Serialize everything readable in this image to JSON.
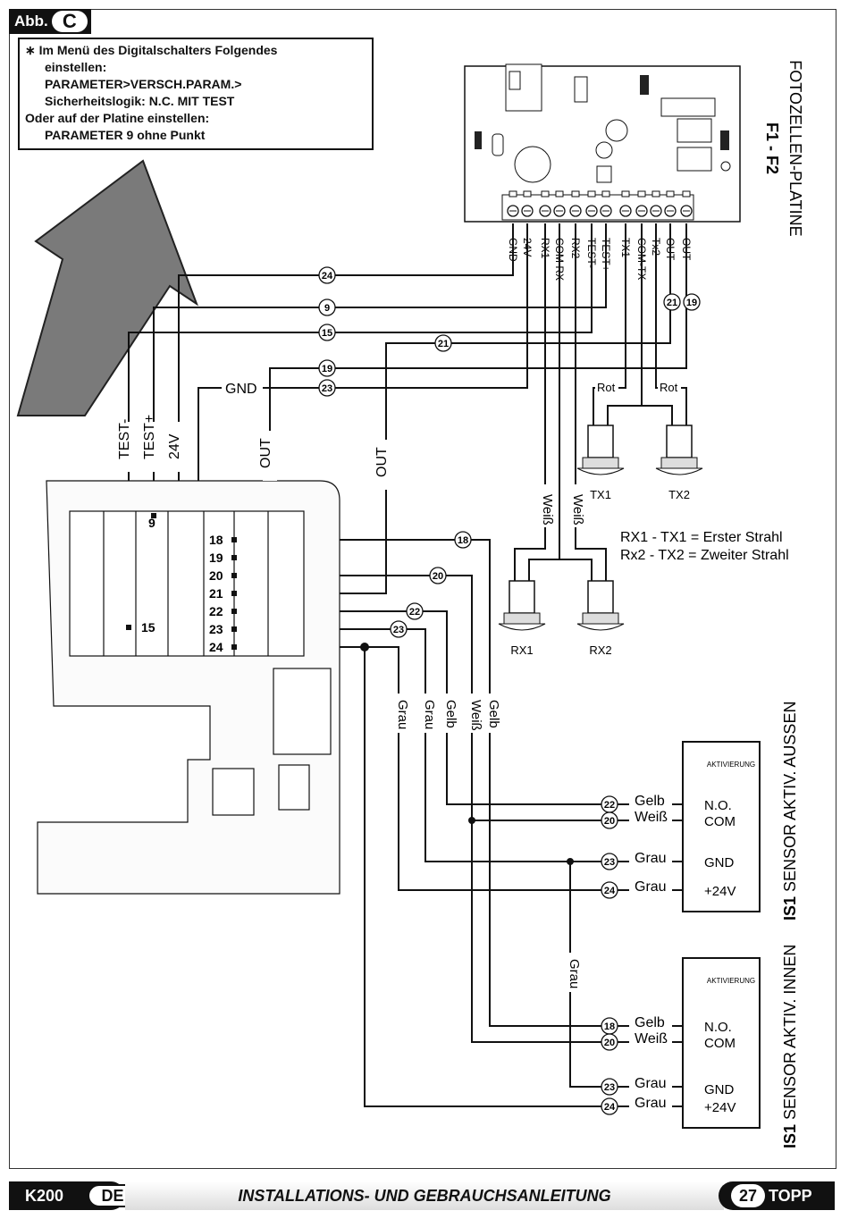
{
  "figure": {
    "label": "Abb.",
    "letter": "C"
  },
  "note": {
    "line1": "∗ Im Menü des Digitalschalters Folgendes",
    "line2": "einstellen:",
    "line3": "PARAMETER>VERSCH.PARAM.>",
    "line4": "Sicherheitslogik:  N.C. MIT TEST",
    "line5": "Oder auf der Platine einstellen:",
    "line6": "PARAMETER 9 ohne Punkt"
  },
  "photocell_board": {
    "title": "FOTOZELLEN-PLATINE",
    "subtitle": "F1 - F2",
    "terminals": [
      "GND",
      "24V",
      "RX1",
      "COM RX",
      "RX2",
      "TEST-",
      "TEST+",
      "TX1",
      "COM-TX",
      "Tx2",
      "OUT",
      "OUT"
    ]
  },
  "wire_numbers": [
    "24",
    "9",
    "15",
    "21",
    "19",
    "23",
    "18",
    "20",
    "22",
    "23",
    "21",
    "19"
  ],
  "vertical_labels": {
    "test_minus": "TEST-",
    "test_plus": "TEST+",
    "v24": "24V",
    "out1": "OUT",
    "out2": "OUT",
    "gnd": "GND"
  },
  "control_terminals": {
    "col_left": [
      "9",
      "15"
    ],
    "col_right": [
      "18",
      "19",
      "20",
      "21",
      "22",
      "23",
      "24"
    ]
  },
  "photocells": {
    "tx1": "TX1",
    "tx2": "TX2",
    "rx1": "RX1",
    "rx2": "RX2",
    "rot": "Rot",
    "weiss": "Weiß",
    "legend1": "RX1 - TX1 = Erster Strahl",
    "legend2": "Rx2 - TX2 = Zweiter Strahl"
  },
  "wire_colors": {
    "grau": "Grau",
    "gelb": "Gelb",
    "weiss": "Weiß"
  },
  "sensor_outer": {
    "title_bold": "IS1",
    "title": " SENSOR AKTIV. AUSSEN",
    "header": "AKTIVIERUNG",
    "pins": [
      "N.O.",
      "COM",
      "GND",
      "+24V"
    ],
    "wires": [
      {
        "num": "22",
        "color": "Gelb"
      },
      {
        "num": "20",
        "color": "Weiß"
      },
      {
        "num": "23",
        "color": "Grau"
      },
      {
        "num": "24",
        "color": "Grau"
      }
    ]
  },
  "sensor_inner": {
    "title_bold": "IS1",
    "title": " SENSOR AKTIV. INNEN",
    "header": "AKTIVIERUNG",
    "pins": [
      "N.O.",
      "COM",
      "GND",
      "+24V"
    ],
    "wires": [
      {
        "num": "18",
        "color": "Gelb"
      },
      {
        "num": "20",
        "color": "Weiß"
      },
      {
        "num": "23",
        "color": "Grau"
      },
      {
        "num": "24",
        "color": "Grau"
      }
    ]
  },
  "footer": {
    "model": "K200",
    "lang": "DE",
    "title": "INSTALLATIONS- UND GEBRAUCHSANLEITUNG",
    "page": "27",
    "brand": "TOPP"
  },
  "colors": {
    "ink": "#111111",
    "arrow": "#7a7a7a",
    "panel": "#f4f4f4"
  }
}
